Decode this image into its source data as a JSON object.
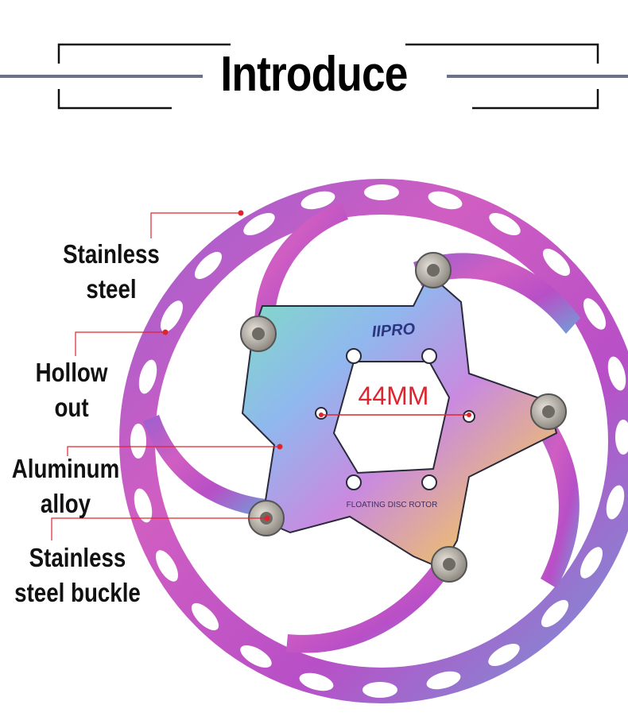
{
  "title": "Introduce",
  "labels": {
    "stainless_steel_line1": "Stainless",
    "stainless_steel_line2": "steel",
    "hollow_line1": "Hollow",
    "hollow_line2": "out",
    "aluminum_line1": "Aluminum",
    "aluminum_line2": "alloy",
    "buckle_line1": "Stainless",
    "buckle_line2": "steel buckle"
  },
  "measurement": "44MM",
  "brand_mark": "IIPRO",
  "rotor_text": "FLOATING DISC ROTOR",
  "colors": {
    "accent_red": "#e0242f",
    "header_line": "#6a7288",
    "rotor_pink": "#c65bc7",
    "rotor_purple": "#8a3fb8"
  }
}
